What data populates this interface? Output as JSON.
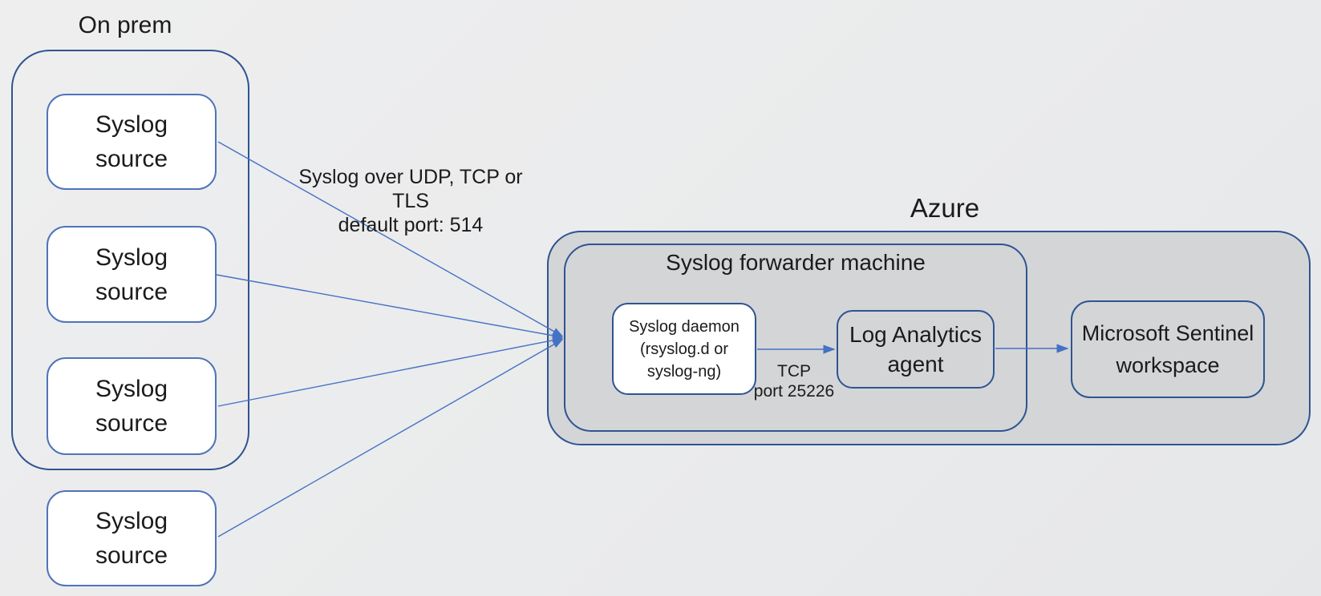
{
  "colors": {
    "background": "#eaebec",
    "container_border": "#2f5492",
    "source_box_border": "#4e74b8",
    "accent_border": "#2f5492",
    "arrow": "#4472c4",
    "azure_fill": "#d4d5d7",
    "box_fill_white": "#ffffff",
    "text": "#1b1b1b"
  },
  "on_prem": {
    "title": "On prem",
    "sources": [
      "Syslog source",
      "Syslog source",
      "Syslog source",
      "Syslog source"
    ]
  },
  "azure": {
    "title": "Azure",
    "forwarder": {
      "title": "Syslog forwarder machine",
      "daemon_lines": [
        "Syslog daemon",
        "(rsyslog.d or",
        "syslog-ng)"
      ],
      "agent_lines": [
        "Log Analytics",
        "agent"
      ]
    },
    "sentinel_lines": [
      "Microsoft Sentinel",
      "workspace"
    ]
  },
  "labels": {
    "syslog_transport_line1": "Syslog over UDP, TCP or TLS",
    "syslog_transport_line2": "default port: 514",
    "tcp_line1": "TCP",
    "tcp_line2": "port 25226"
  }
}
